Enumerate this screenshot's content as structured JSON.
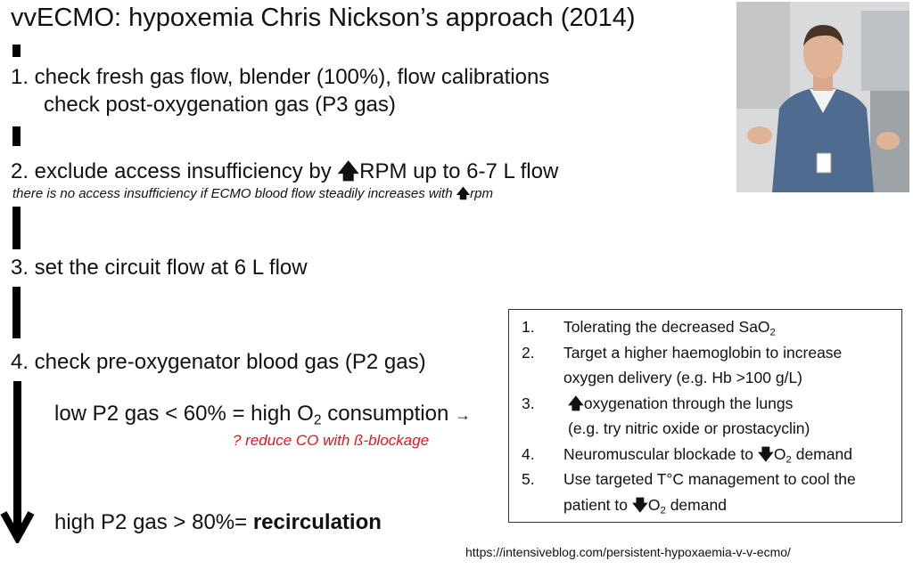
{
  "title": "vvECMO: hypoxemia Chris Nickson’s approach (2014)",
  "steps": [
    {
      "line1": "1. check fresh gas flow, blender (100%), flow calibrations",
      "line2": "check post-oxygenation gas (P3 gas)"
    },
    {
      "pre": "2. exclude access insufficiency by ",
      "post": "RPM up to 6-7 L flow",
      "note_pre": "there is no access insufficiency if ECMO blood flow steadily increases with ",
      "note_post": "rpm"
    },
    {
      "line1": "3. set the circuit flow at 6 L flow"
    },
    {
      "line1": "4. check pre-oxygenator blood gas (P2 gas)"
    }
  ],
  "low": {
    "pre": "low P2 gas < 60% = high O",
    "sub": "2",
    "post": " consumption",
    "arrow": "→",
    "note": "? reduce CO with ß-blockage"
  },
  "high": {
    "pre": "high P2 gas > 80%= ",
    "bold": "recirculation"
  },
  "box": [
    {
      "num": "1.",
      "text": "Tolerating the decreased SaO",
      "sub": "2"
    },
    {
      "num": "2.",
      "text": "Target a higher haemoglobin to increase",
      "text2": "oxygen delivery (e.g. Hb >100 g/L)"
    },
    {
      "num": "3.",
      "text": "oxygenation through the lungs",
      "text2": "(e.g. try nitric oxide or prostacyclin)"
    },
    {
      "num": "4.",
      "text": "Neuromuscular blockade to ",
      "o": "O",
      "sub": "2",
      "post": " demand"
    },
    {
      "num": "5.",
      "text": "Use targeted T°C management to cool the",
      "text2a": "patient to ",
      "o": "O",
      "sub": "2",
      "post": " demand"
    }
  ],
  "url": "https://intensiveblog.com/persistent-hypoxaemia-v-v-ecmo/",
  "colors": {
    "red": "#e8141b"
  }
}
